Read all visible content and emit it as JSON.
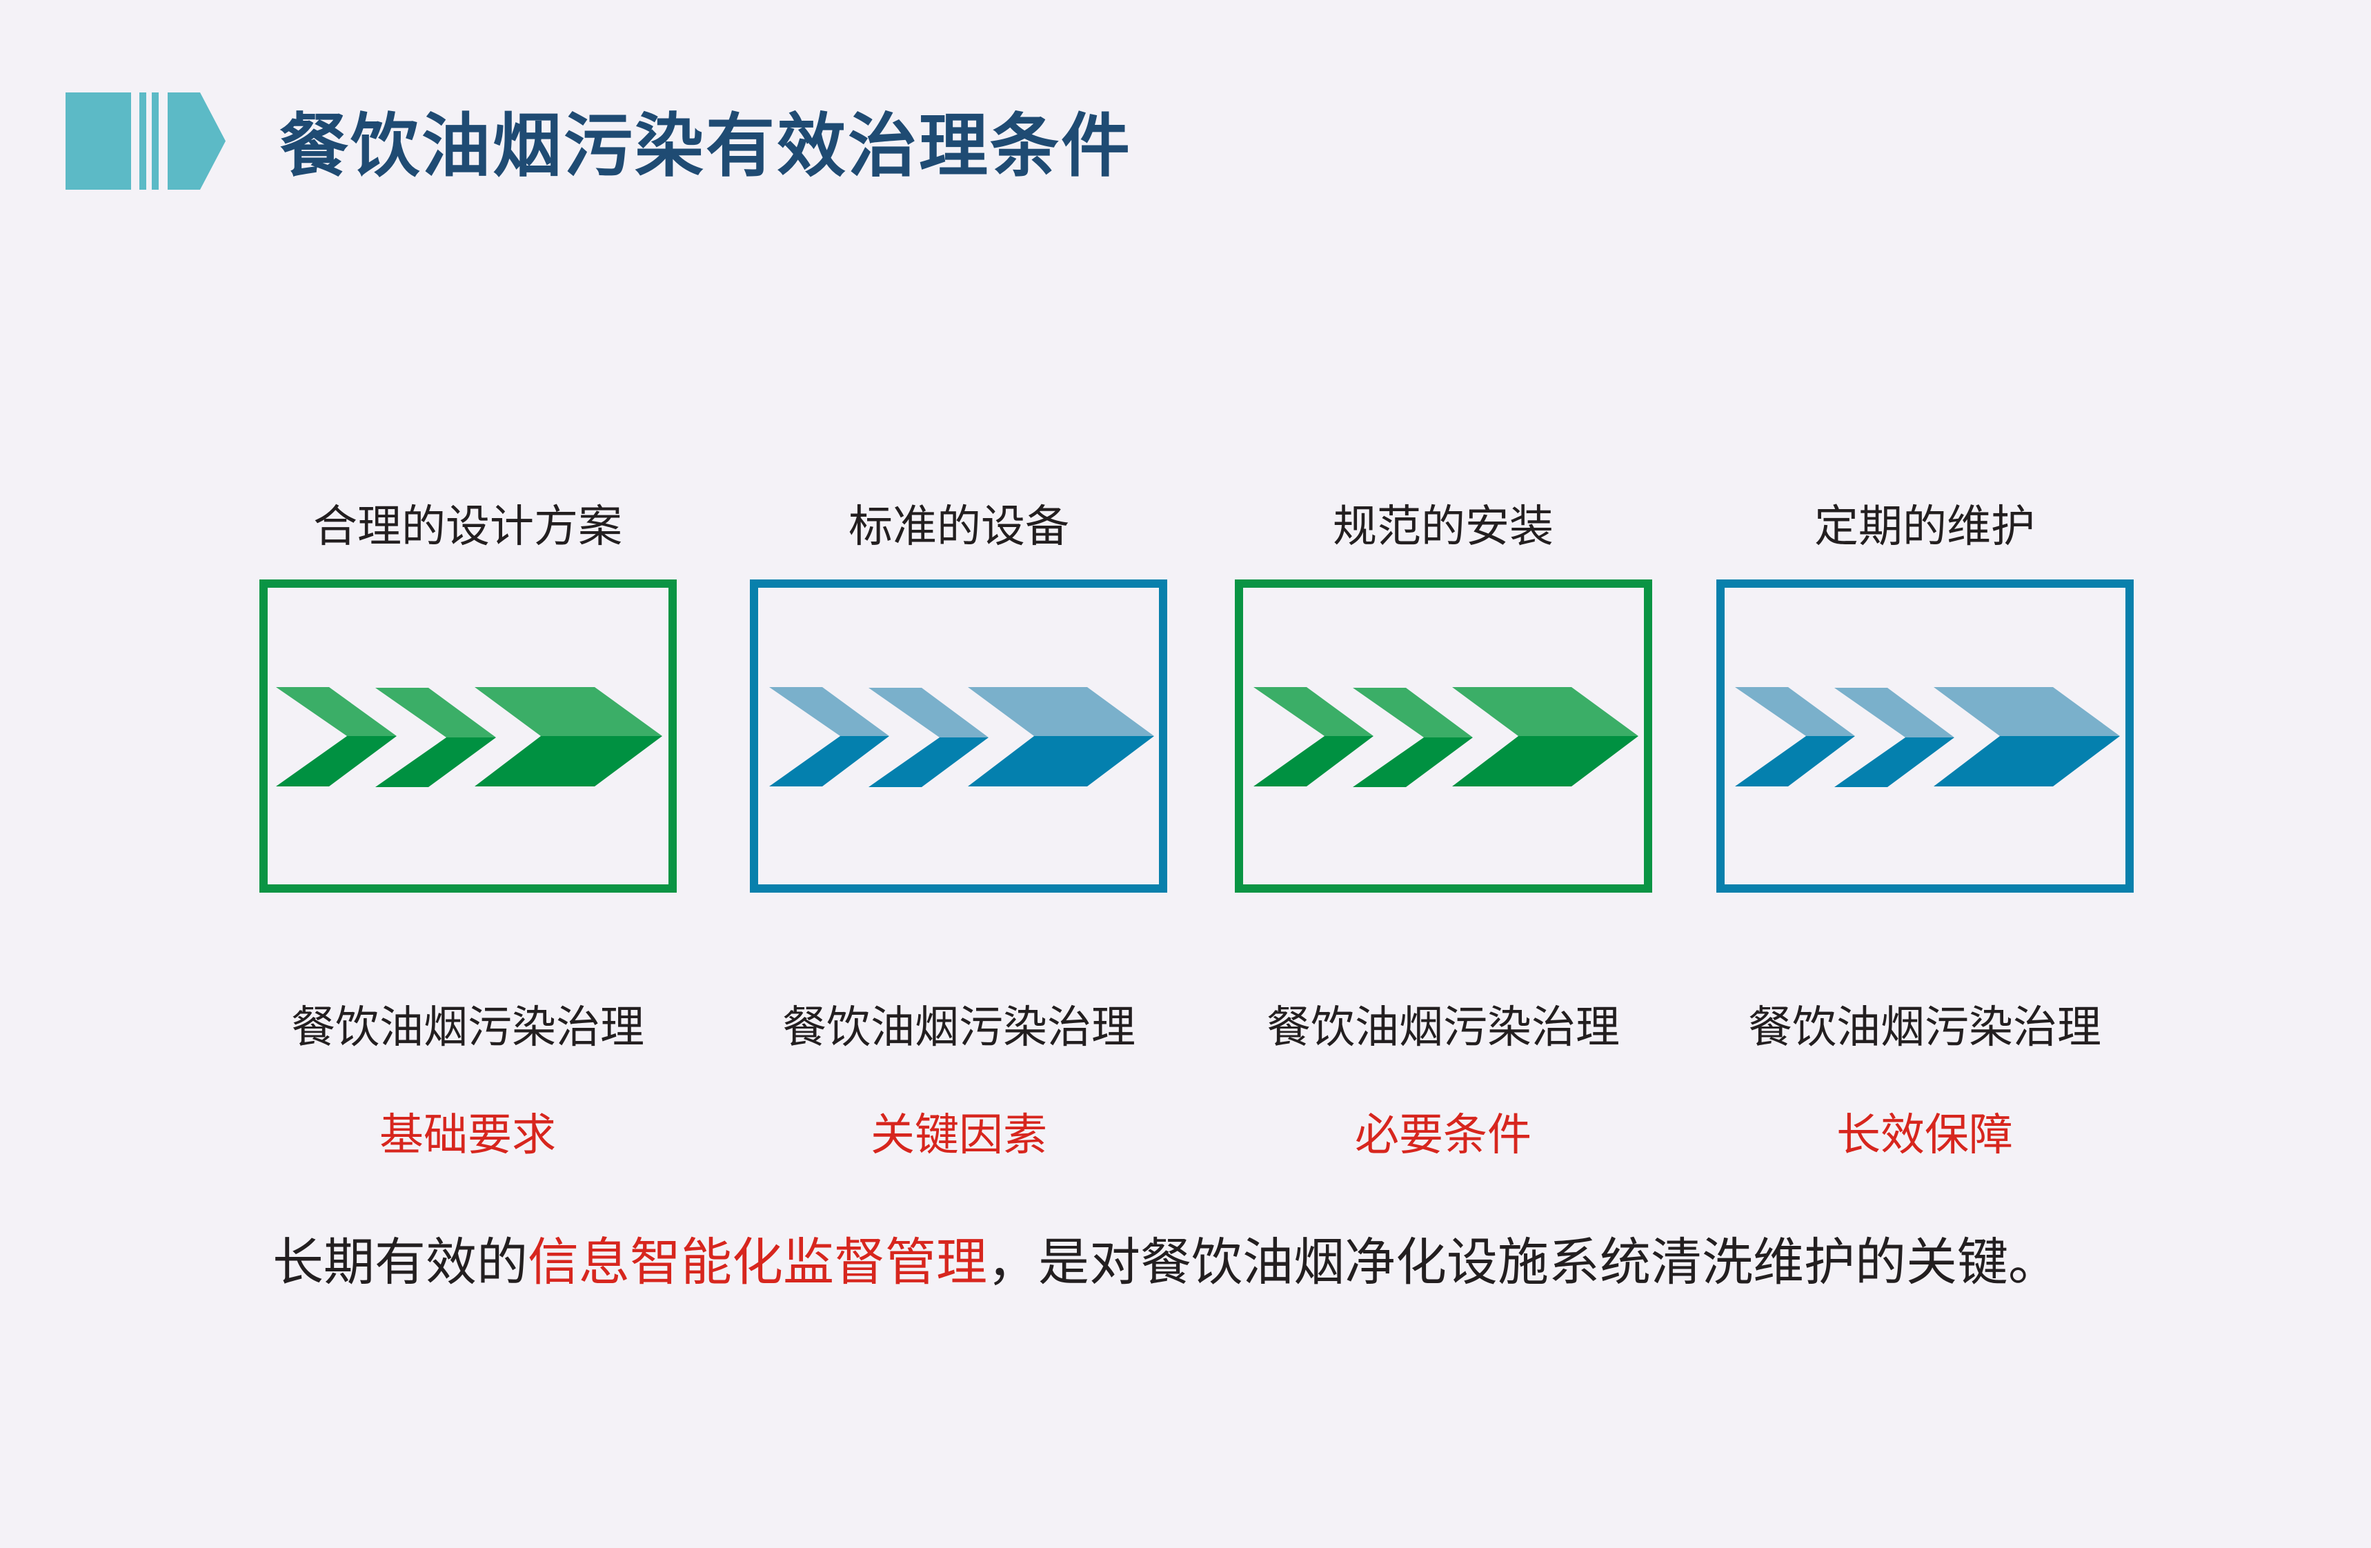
{
  "header": {
    "title": "餐饮油烟污染有效治理条件",
    "icon": "chevron-stripes-banner-icon",
    "icon_color": "#5CBAC6",
    "title_color": "#1F4B73"
  },
  "colors": {
    "background": "#F4F2F7",
    "green_border": "#0A9444",
    "green_light": "#3BAE67",
    "green_dark": "#009141",
    "blue_border": "#0880AC",
    "blue_light": "#7AB0CB",
    "blue_dark": "#0480AE",
    "highlight_red": "#D7261E",
    "text": "#231F20"
  },
  "steps": [
    {
      "label": "合理的设计方案",
      "icon": "triple-chevron-arrow-icon",
      "theme": "green",
      "caption": "餐饮油烟污染治理",
      "highlight": "基础要求"
    },
    {
      "label": "标准的设备",
      "icon": "triple-chevron-arrow-icon",
      "theme": "blue",
      "caption": "餐饮油烟污染治理",
      "highlight": "关键因素"
    },
    {
      "label": "规范的安装",
      "icon": "triple-chevron-arrow-icon",
      "theme": "green",
      "caption": "餐饮油烟污染治理",
      "highlight": "必要条件"
    },
    {
      "label": "定期的维护",
      "icon": "triple-chevron-arrow-icon",
      "theme": "blue",
      "caption": "餐饮油烟污染治理",
      "highlight": "长效保障"
    }
  ],
  "summary": {
    "prefix": "长期有效的",
    "highlight": "信息智能化监督管理",
    "suffix": "，是对餐饮油烟净化设施系统清洗维护的关键。"
  }
}
